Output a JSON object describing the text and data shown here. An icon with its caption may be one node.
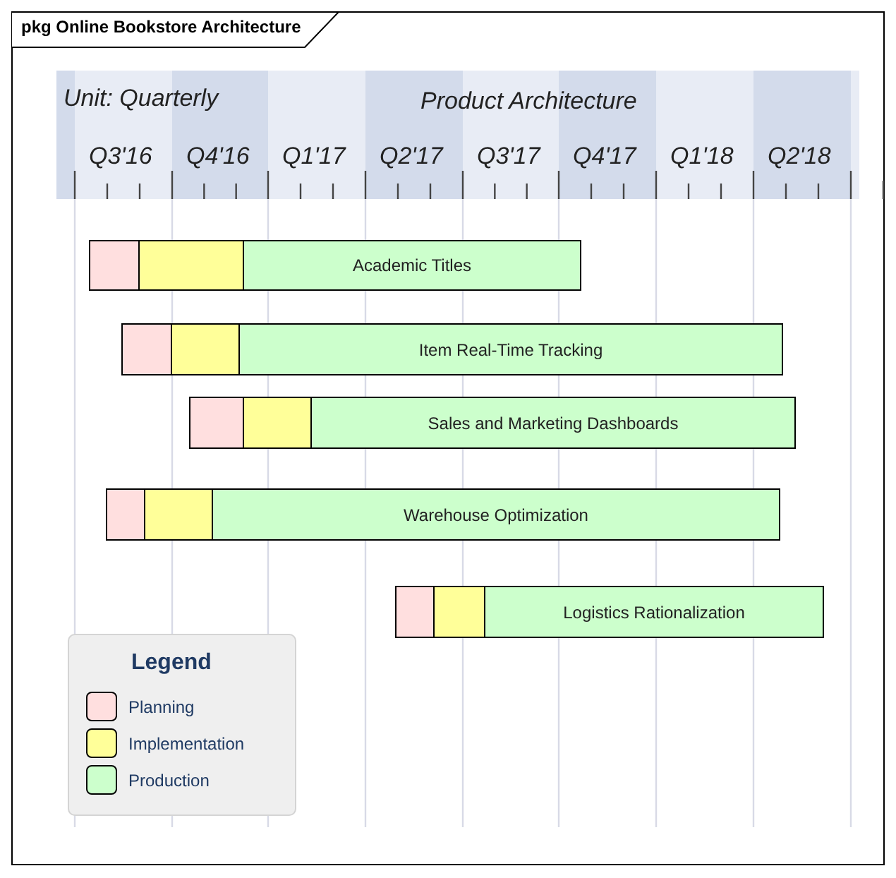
{
  "diagram": {
    "title": "pkg Online Bookstore Architecture",
    "nodes": [
      {
        "text": [],
        "shape": "box"
      },
      {
        "text": [],
        "shape": "box"
      },
      {
        "text": [
          "Academic Titles"
        ]
      },
      {
        "text": [],
        "shape": "box"
      },
      {
        "text": [],
        "shape": "box"
      },
      {
        "text": [
          "Item Real-Time Tracking"
        ]
      },
      {
        "text": [],
        "shape": "box"
      },
      {
        "text": [],
        "shape": "box"
      },
      {
        "text": [
          "Sales and Marketing Dashboards"
        ]
      },
      {
        "text": [],
        "shape": "box"
      },
      {
        "text": [],
        "shape": "box"
      },
      {
        "text": [
          "Warehouse Optimization"
        ]
      },
      {
        "text": [],
        "shape": "box"
      },
      {
        "text": [],
        "shape": "box"
      },
      {
        "text": [
          "Logistics Rationalization"
        ]
      }
    ],
    "labels": [
      "Unit: Quarterly",
      "Product Architecture",
      "Q3'16",
      "Q4'16",
      "Q1'17",
      "Q2'17",
      "Q3'17",
      "Q4'17",
      "Q1'18",
      "Q2'18",
      "Legend"
    ],
    "legend": [
      {
        "text": "Planning",
        "color": "#ffdfdf"
      },
      {
        "text": "Implementation",
        "color": "#ffff99"
      },
      {
        "text": "Production",
        "color": "#ccffcc"
      }
    ]
  }
}
